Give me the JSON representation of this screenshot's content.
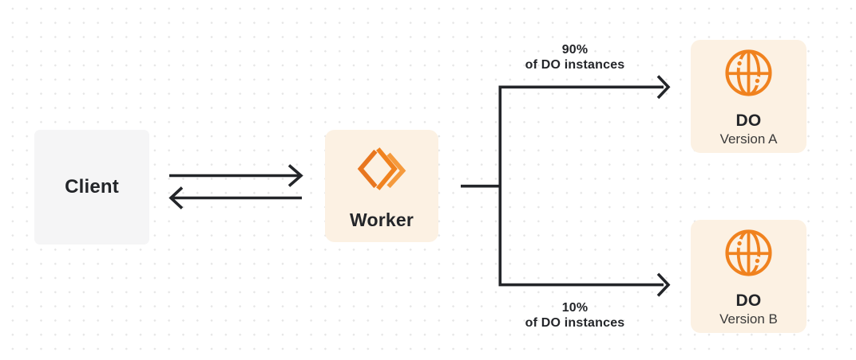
{
  "diagram": {
    "nodes": {
      "client": {
        "label": "Client"
      },
      "worker": {
        "label": "Worker"
      },
      "do_a": {
        "title": "DO",
        "subtitle": "Version A"
      },
      "do_b": {
        "title": "DO",
        "subtitle": "Version B"
      }
    },
    "edges": {
      "client_worker": {
        "style": "double-arrow"
      },
      "top_branch": {
        "percent": "90%",
        "caption": "of DO instances"
      },
      "bottom_branch": {
        "percent": "10%",
        "caption": "of DO instances"
      }
    },
    "colors": {
      "accent_orange": "#f0821f",
      "node_cream": "#fcf1e3",
      "client_gray": "#f5f5f6",
      "line_dark": "#232529",
      "subtitle_gray": "#3a3a3a"
    }
  }
}
